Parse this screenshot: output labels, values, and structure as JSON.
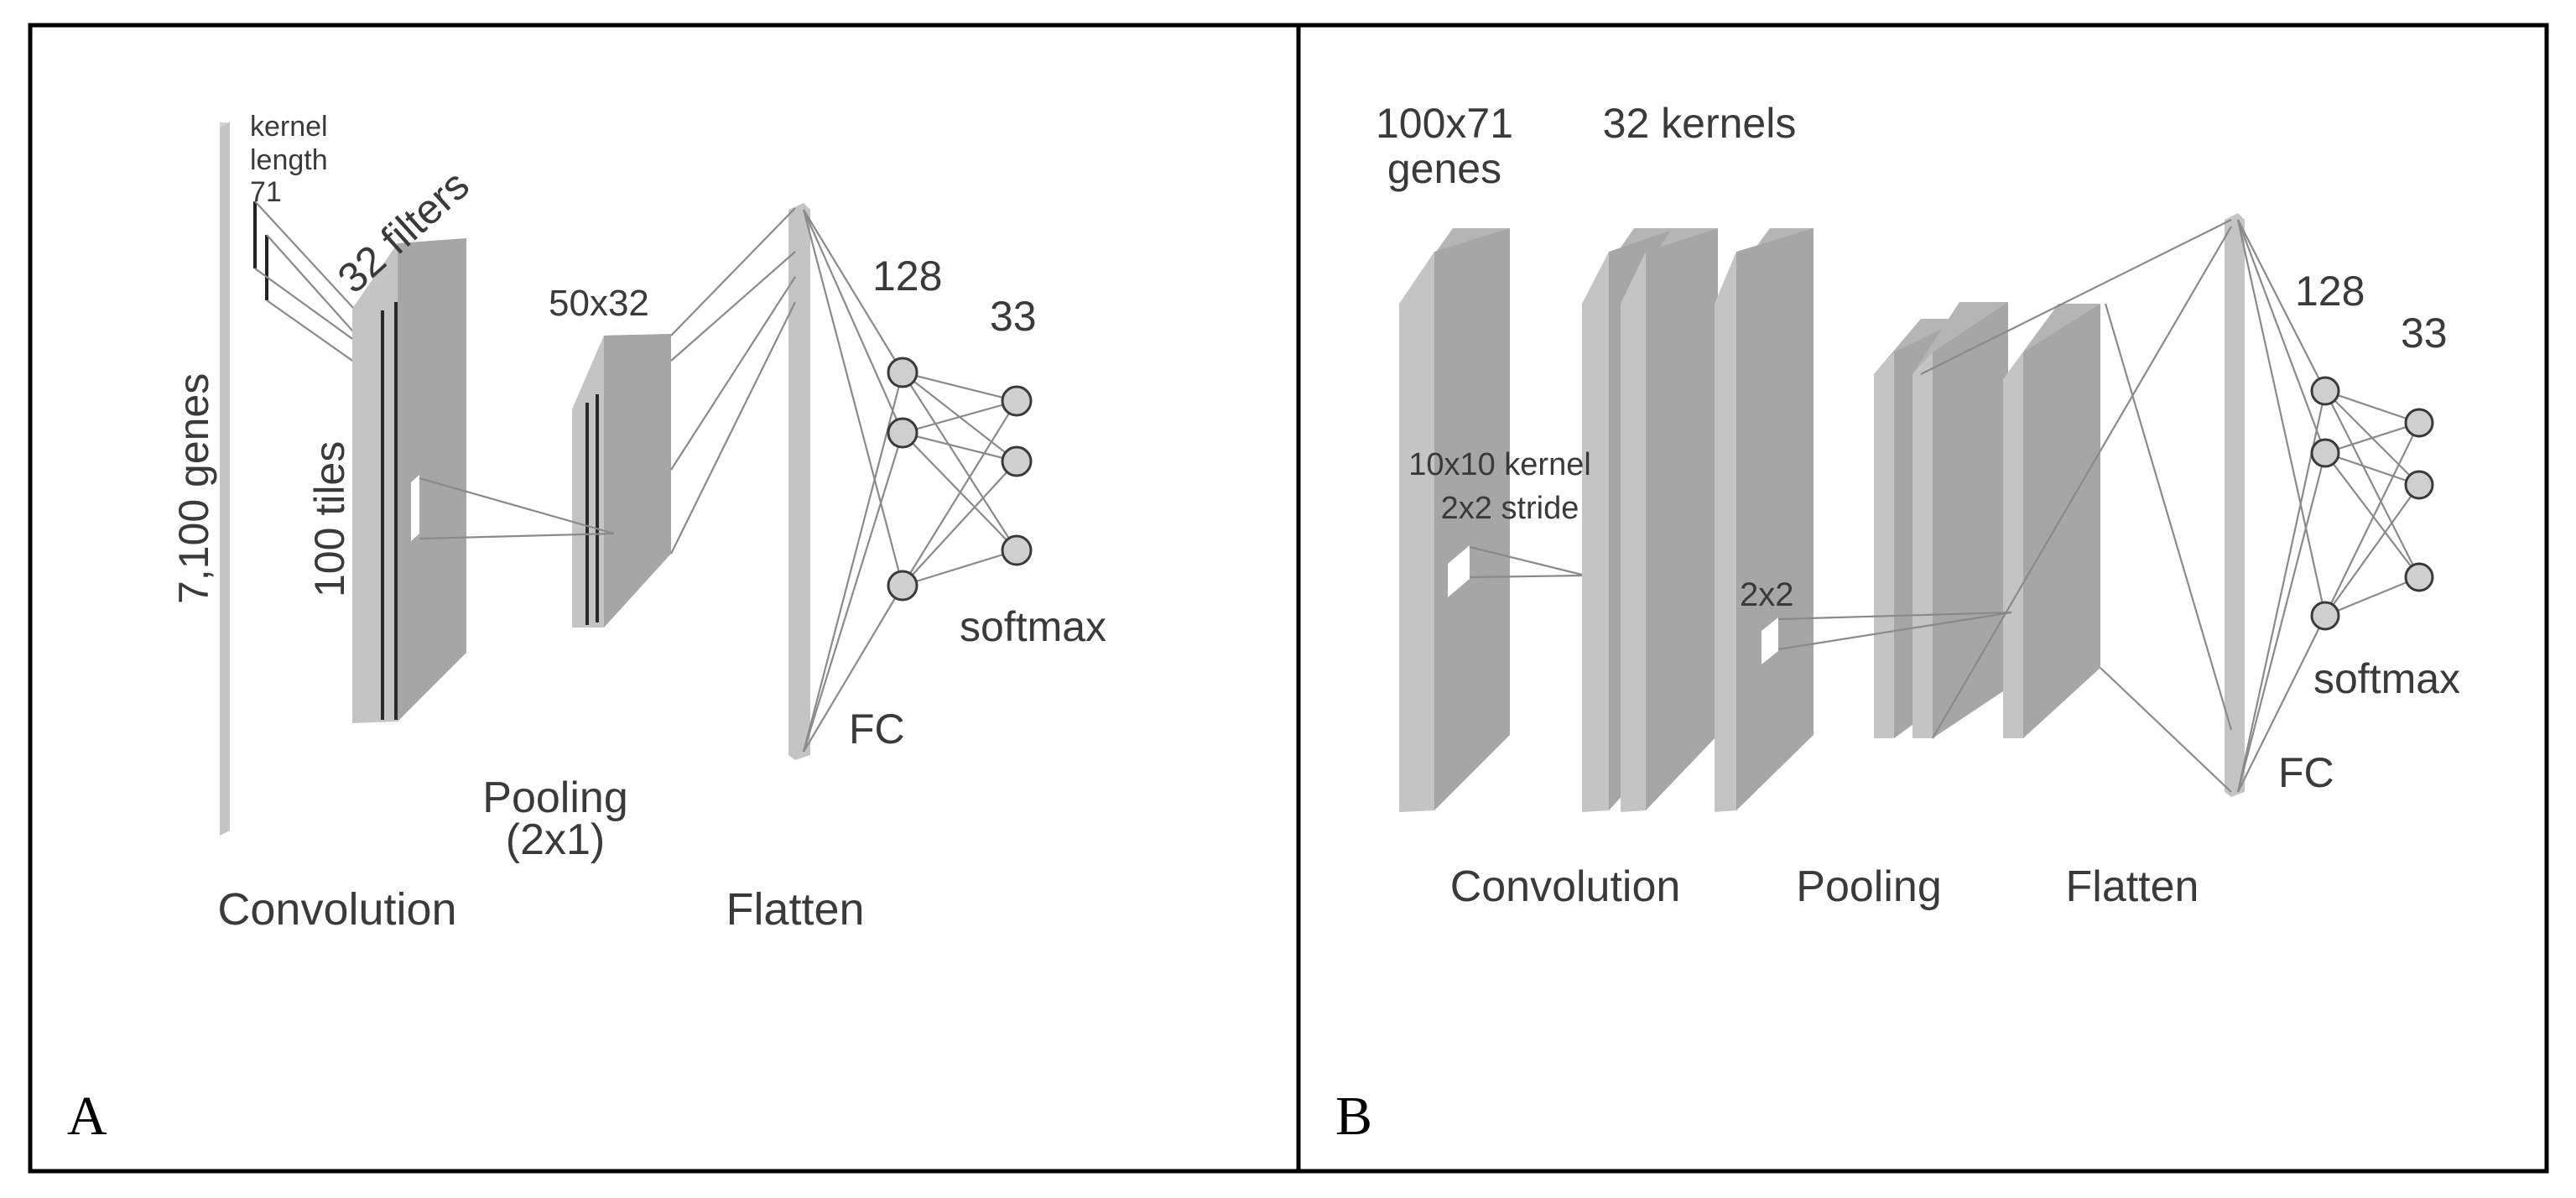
{
  "panel_a": {
    "letter": "A",
    "input_label": "7,100 genes",
    "kernel_label": [
      "kernel",
      "length",
      "71"
    ],
    "filters_label": "32 filters",
    "tiles_label": "100 tiles",
    "pool_output_label": "50x32",
    "fc_size_label": "128",
    "output_size_label": "33",
    "softmax_label": "softmax",
    "fc_label": "FC",
    "convolution_label": "Convolution",
    "pooling_label": [
      "Pooling",
      "(2x1)"
    ],
    "flatten_label": "Flatten"
  },
  "panel_b": {
    "letter": "B",
    "input_label": [
      "100x71",
      "genes"
    ],
    "kernels_label": "32 kernels",
    "kernel_desc": [
      "10x10 kernel",
      "2x2 stride"
    ],
    "pool_label": "2x2",
    "fc_size_label": "128",
    "output_size_label": "33",
    "softmax_label": "softmax",
    "fc_label": "FC",
    "convolution_label": "Convolution",
    "pooling_label": "Pooling",
    "flatten_label": "Flatten"
  },
  "colors": {
    "border": "#000000",
    "slab": "#a6a6a6",
    "node_fill": "#cfcfcf",
    "wire": "#8a8a8a",
    "text": "#3a3a3a"
  }
}
